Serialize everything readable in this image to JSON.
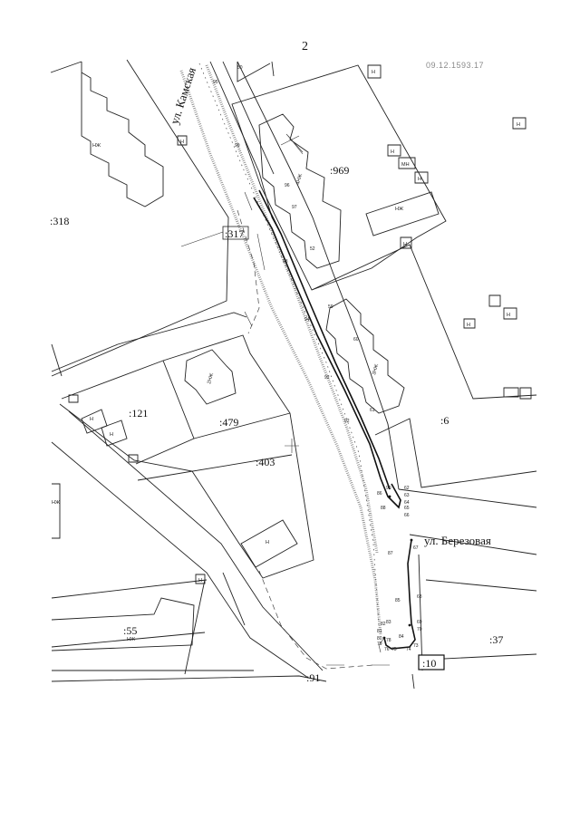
{
  "page": {
    "number": "2",
    "stamp": "09.12.1593.17"
  },
  "streets": {
    "kamskaya": "ул. Камская",
    "berezovaya": "ул. Березовая"
  },
  "parcels": {
    "p318": ":318",
    "p317": ":317",
    "p969": ":969",
    "p121": ":121",
    "p479": ":479",
    "p403": ":403",
    "p6": ":6",
    "p55": ":55",
    "p37": ":37",
    "p91": ":91",
    "p10": ":10"
  },
  "building_codes": {
    "nzh": "НЖ",
    "n": "Н",
    "mn": "МН",
    "zhn4": "4НЖ",
    "zhn2": "2НЖ",
    "zhn3": "3НЖ"
  },
  "points": {
    "p50": "50",
    "p95": "95",
    "p99": "99",
    "p96": "96",
    "p97": "97",
    "p93": "93",
    "p52": "52",
    "p94": "94",
    "p59": "59",
    "p92": "92",
    "p60": "60",
    "p61": "61",
    "p90": "90",
    "p86": "86",
    "p62": "62",
    "p63": "63",
    "p64": "64",
    "p65": "65",
    "p88": "88",
    "p66": "66",
    "p87": "87",
    "p67": "67",
    "p85": "85",
    "p68": "68",
    "p69": "69",
    "p70": "70",
    "p82": "82",
    "p83": "83",
    "p84": "84",
    "p81": "81",
    "p80": "80",
    "p79": "79",
    "p78": "78",
    "p76": "76",
    "p75": "75",
    "p74": "74",
    "p73": "73"
  }
}
